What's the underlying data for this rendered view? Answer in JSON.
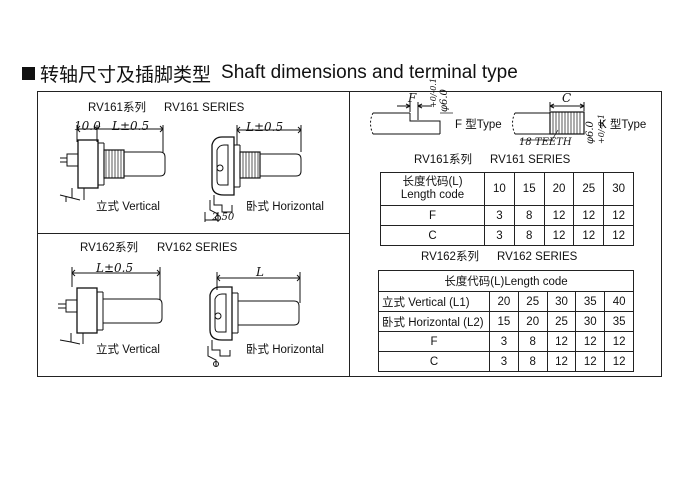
{
  "title": {
    "cn": "转轴尺寸及插脚类型",
    "en": "Shaft dimensions and terminal type"
  },
  "left_top": {
    "rv161_cn": "RV161系列",
    "rv161_en": "RV161 SERIES",
    "dim_10": "10.0",
    "dim_l1": "L±0.5",
    "dim_l2": "L±0.5",
    "dim_250": "2.50",
    "vertical": "立式 Vertical",
    "horizontal": "卧式 Horizontal"
  },
  "left_bottom": {
    "rv162_cn": "RV162系列",
    "rv162_en": "RV162 SERIES",
    "dim_l1": "L±0.5",
    "dim_l2": "L",
    "vertical": "立式 Vertical",
    "horizontal": "卧式 Horizontal"
  },
  "types": {
    "f_dim": "F",
    "f_type": "F 型Type",
    "f_dia": "φ6.0",
    "f_tol_top": "+0",
    "f_tol_bot": "-0.1",
    "c_dim": "C",
    "k_type": "K 型Type",
    "k_dia": "φ6.0",
    "k_tol_top": "+0",
    "k_tol_bot": "-0.1",
    "teeth": "18 TEETH"
  },
  "rv161_table": {
    "caption_cn": "RV161系列",
    "caption_en": "RV161 SERIES",
    "header_label_cn": "长度代码(L)",
    "header_label_en": "Length code",
    "codes": [
      "10",
      "15",
      "20",
      "25",
      "30"
    ],
    "rows": [
      {
        "label": "F",
        "values": [
          "3",
          "8",
          "12",
          "12",
          "12"
        ]
      },
      {
        "label": "C",
        "values": [
          "3",
          "8",
          "12",
          "12",
          "12"
        ]
      }
    ]
  },
  "rv162_table": {
    "caption_cn": "RV162系列",
    "caption_en": "RV162 SERIES",
    "header": "长度代码(L)Length code",
    "rows": [
      {
        "label": "立式 Vertical   (L1)",
        "values": [
          "20",
          "25",
          "30",
          "35",
          "40"
        ]
      },
      {
        "label": "卧式 Horizontal (L2)",
        "values": [
          "15",
          "20",
          "25",
          "30",
          "35"
        ]
      },
      {
        "label": "F",
        "values": [
          "3",
          "8",
          "12",
          "12",
          "12"
        ]
      },
      {
        "label": "C",
        "values": [
          "3",
          "8",
          "12",
          "12",
          "12"
        ]
      }
    ]
  }
}
